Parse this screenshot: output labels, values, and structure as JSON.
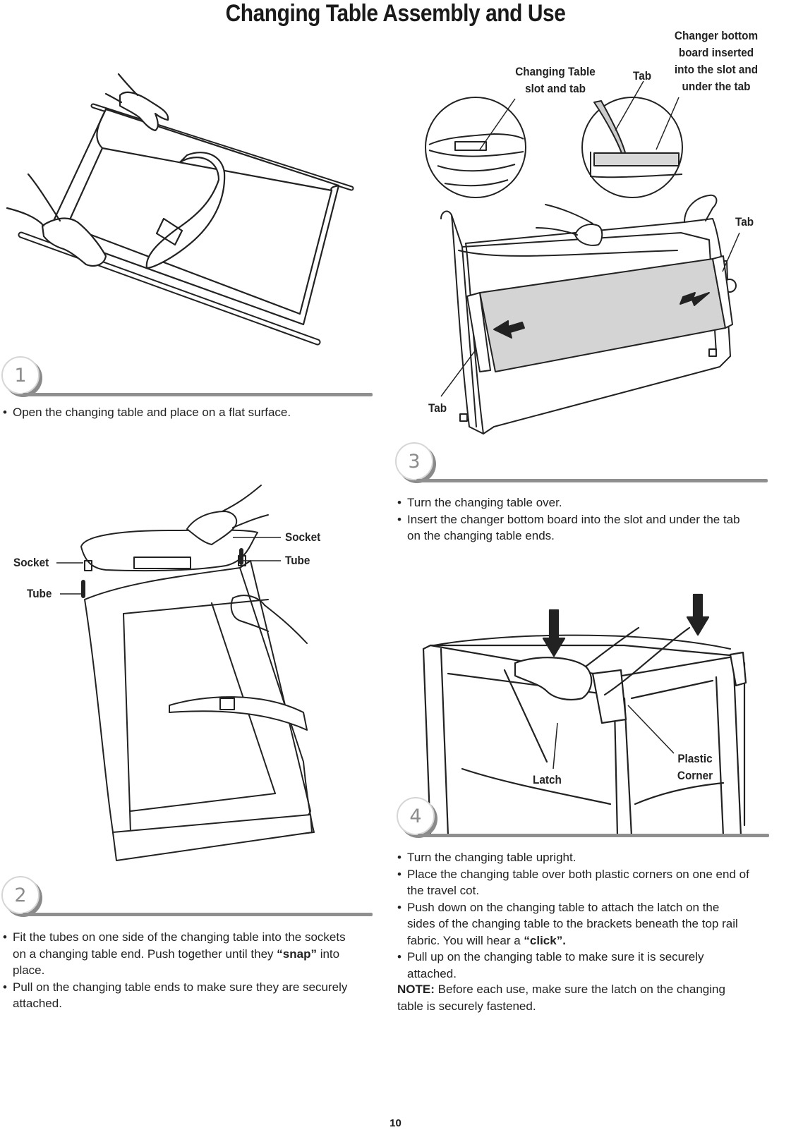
{
  "title": "Changing Table Assembly and Use",
  "steps": {
    "s1": {
      "number": "1",
      "lines": [
        "Open the changing table and place on a flat surface."
      ]
    },
    "s2": {
      "number": "2",
      "callouts": {
        "socket_left": "Socket",
        "tube_left": "Tube",
        "socket_right": "Socket",
        "tube_right": "Tube"
      },
      "b1_pre": "Fit the tubes on one side of the changing table into the sockets on a changing table end. Push together until they ",
      "b1_em": "“snap”",
      "b1_post": " into place.",
      "b2": "Pull on the changing table ends to make sure they are securely attached."
    },
    "s3": {
      "number": "3",
      "callouts": {
        "slot_tab": "Changing Table\nslot and tab",
        "tab_top": "Tab",
        "board": "Changer bottom\nboard inserted\ninto the slot and\nunder the tab",
        "tab_right": "Tab",
        "tab_left": "Tab"
      },
      "b1": "Turn the changing table over.",
      "b2": "Insert the changer bottom board into the slot and under the tab on the changing table ends."
    },
    "s4": {
      "number": "4",
      "callouts": {
        "latch": "Latch",
        "plastic_corner": "Plastic\nCorner"
      },
      "b1": "Turn the changing table upright.",
      "b2": "Place the changing table over both plastic corners on one end of the travel cot.",
      "b3_pre": "Push down on the changing table to attach the latch on the sides of the changing table to the brackets beneath the top rail fabric. You will hear a ",
      "b3_em": "“click”.",
      "b4": "Pull up on the changing table to make sure it is securely attached.",
      "note_label": "NOTE:",
      "note_text": " Before each use, make sure the latch on the changing table is securely fastened."
    }
  },
  "page_number": "10",
  "icons": {
    "arrow": "arrow-icon",
    "hand": "hand-illustration"
  }
}
